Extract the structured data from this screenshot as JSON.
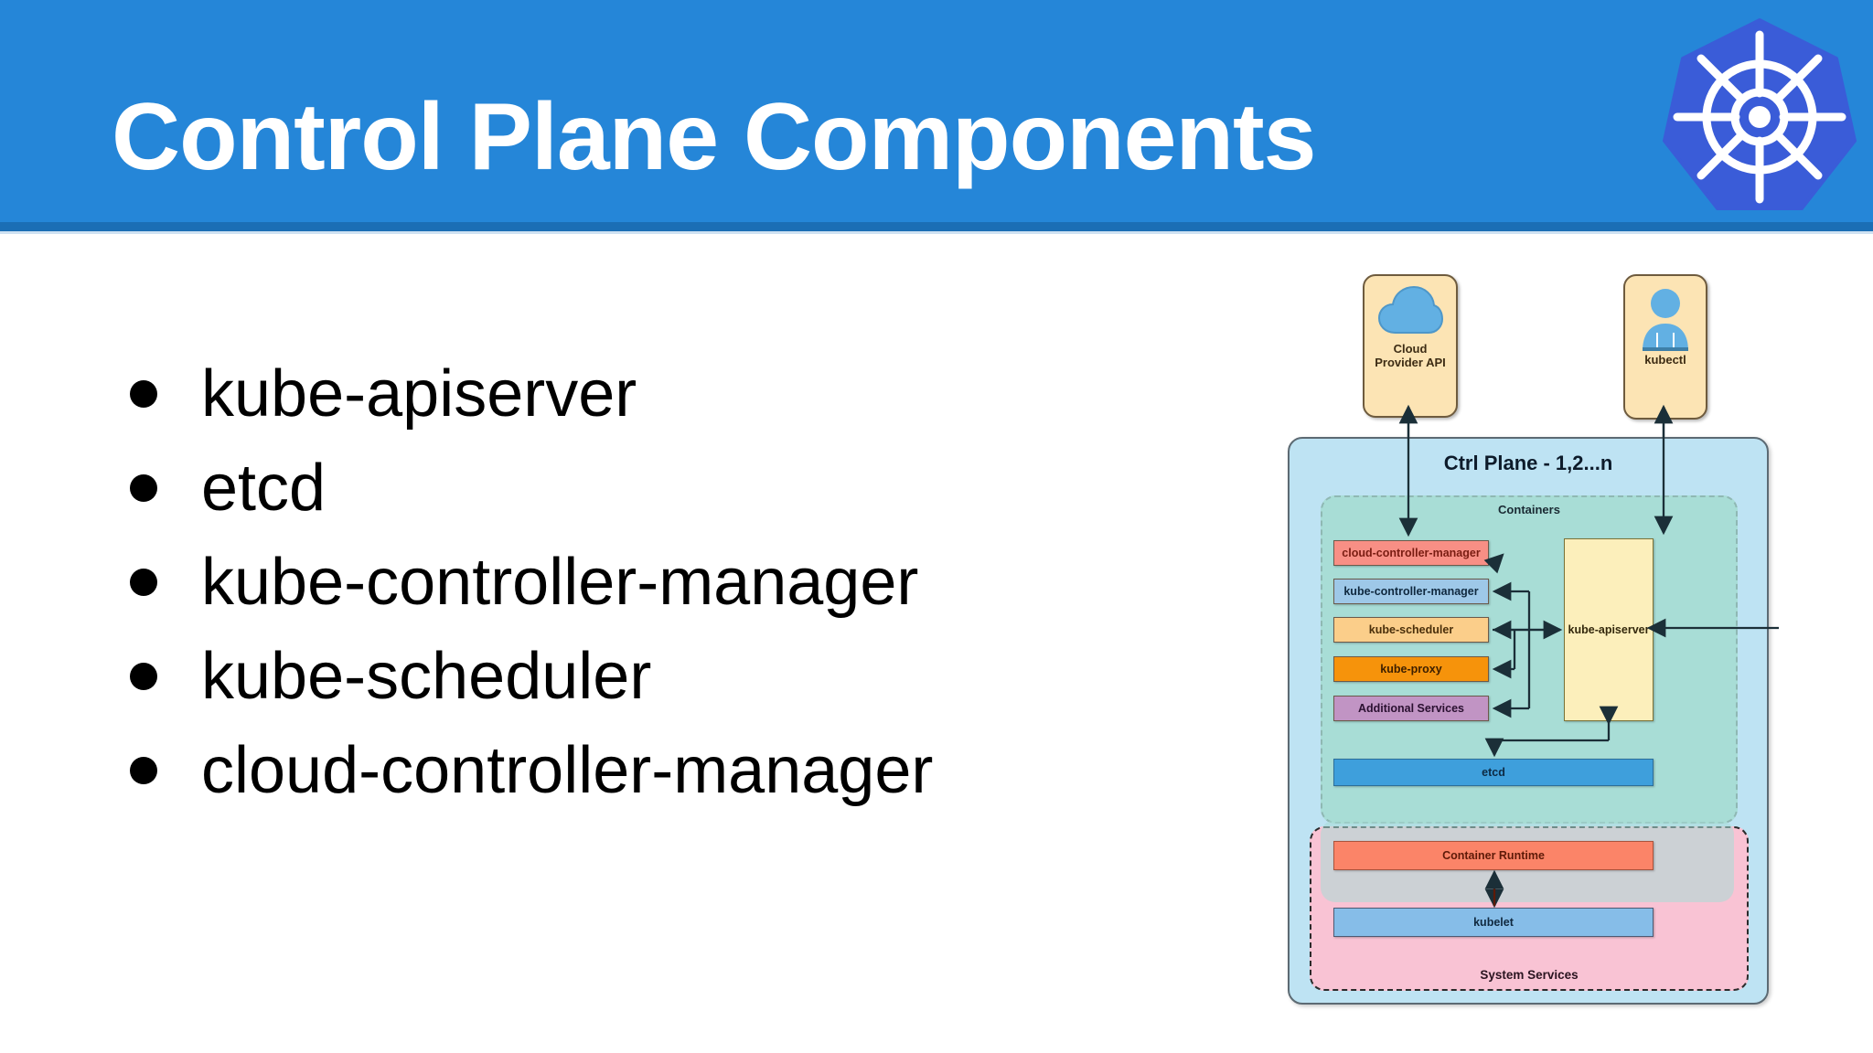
{
  "slide": {
    "title": "Control Plane Components",
    "header_color": "#2586D8",
    "header_underline_color": "#1B6EB5",
    "background_color": "#ffffff",
    "logo_icon": "kubernetes-helm-wheel-icon"
  },
  "bullets": [
    {
      "label": "kube-apiserver"
    },
    {
      "label": "etcd"
    },
    {
      "label": "kube-controller-manager"
    },
    {
      "label": "kube-scheduler"
    },
    {
      "label": "cloud-controller-manager"
    }
  ],
  "diagram": {
    "external_nodes": [
      {
        "id": "cloud-provider-api",
        "label_line1": "Cloud",
        "label_line2": "Provider API",
        "icon": "cloud-icon",
        "fill": "#FCE4B4"
      },
      {
        "id": "kubectl",
        "label_line1": "kubectl",
        "label_line2": "",
        "icon": "user-person-icon",
        "fill": "#FCE4B4"
      }
    ],
    "ctrl_plane": {
      "title": "Ctrl Plane - 1,2...n",
      "fill": "#BEE3F3"
    },
    "containers": {
      "title": "Containers",
      "fill": "#A8DDD6",
      "components": [
        {
          "label": "cloud-controller-manager",
          "fill": "#F88F85",
          "text_color": "#7a1d12"
        },
        {
          "label": "kube-controller-manager",
          "fill": "#9EC8E8",
          "text_color": "#10293f"
        },
        {
          "label": "kube-scheduler",
          "fill": "#FBCE8A",
          "text_color": "#4a2f0a"
        },
        {
          "label": "kube-proxy",
          "fill": "#F6930B",
          "text_color": "#3d1f00"
        },
        {
          "label": "Additional Services",
          "fill": "#C194C4",
          "text_color": "#2a1030"
        }
      ],
      "apiserver": {
        "label": "kube-apiserver",
        "fill": "#FCEFBB"
      },
      "etcd": {
        "label": "etcd",
        "fill": "#3E9FDC",
        "text_color": "#0d2a44"
      }
    },
    "system_services": {
      "title": "System Services",
      "fill": "#F9C3D4",
      "rows": [
        {
          "label": "Container Runtime",
          "fill": "#FB8468",
          "text_color": "#5e1a08"
        },
        {
          "label": "kubelet",
          "fill": "#86BDE8",
          "text_color": "#10293f"
        }
      ]
    }
  }
}
